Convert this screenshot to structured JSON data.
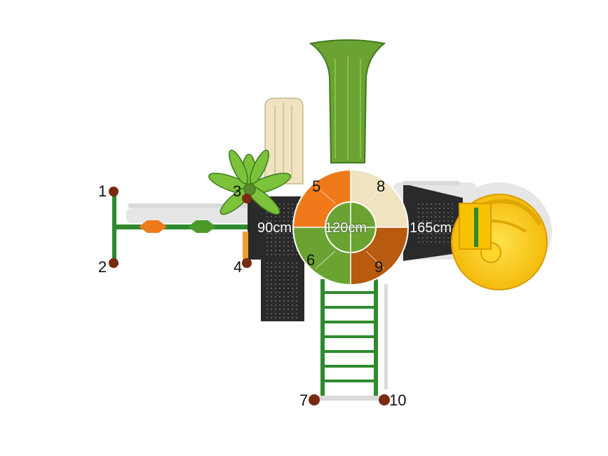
{
  "colors": {
    "deck": "#2a2a2a",
    "green": "#6aa332",
    "green_dark": "#3f7a1f",
    "orange": "#f07a1a",
    "beige": "#efe3c0",
    "brown": "#b85a10",
    "yellow": "#f7c200",
    "post": "#7a2a10",
    "frame": "#2e8a2e"
  },
  "labels": {
    "n1": "1",
    "n2": "2",
    "n3": "3",
    "n4": "4",
    "n5": "5",
    "n6": "6",
    "n7": "7",
    "n8": "8",
    "n9": "9",
    "n10": "10",
    "d90": "90cm",
    "d120": "120cm",
    "d165": "165cm"
  }
}
